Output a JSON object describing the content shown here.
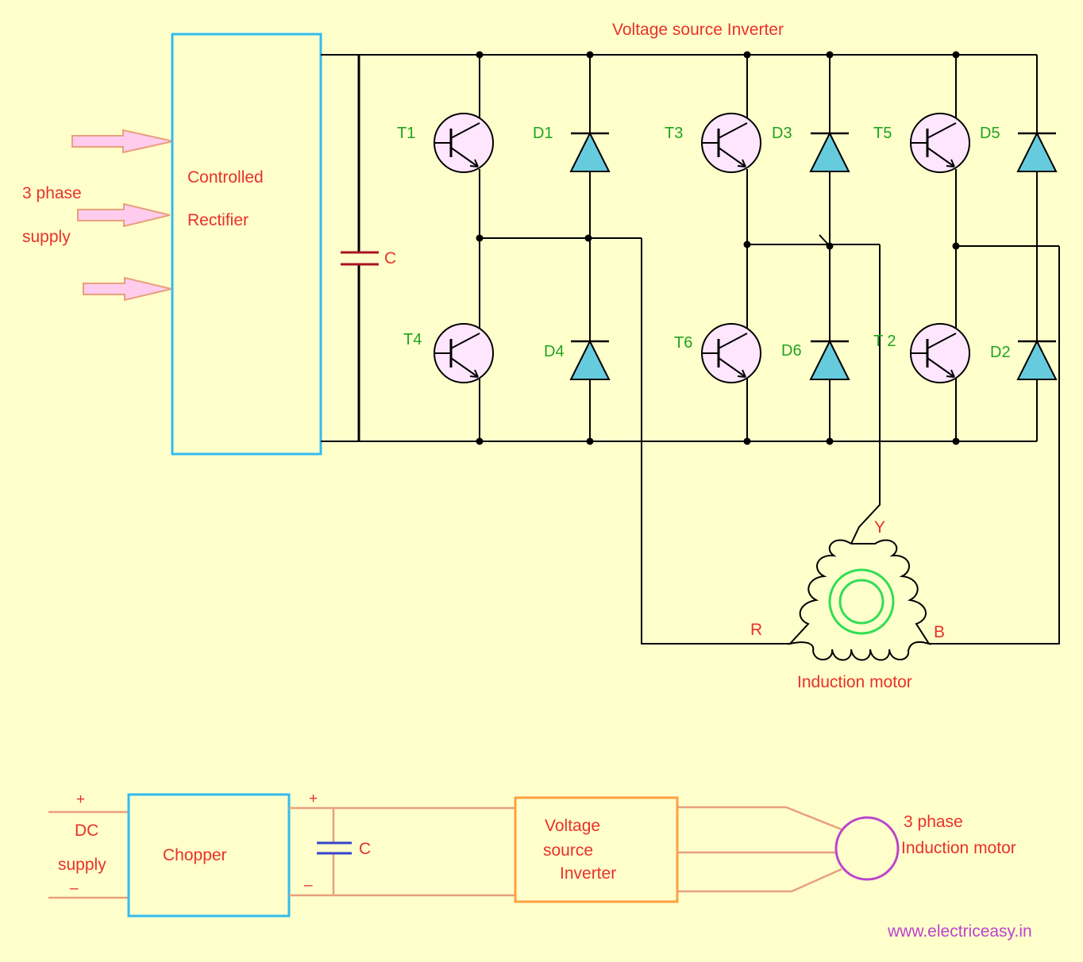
{
  "labels": {
    "inverter_title": "Voltage source Inverter",
    "rectifier_line1": "Controlled",
    "rectifier_line2": "Rectifier",
    "supply_line1": "3 phase",
    "supply_line2": "supply",
    "capacitor": "C",
    "motor": "Induction motor",
    "phase_r": "R",
    "phase_y": "Y",
    "phase_b": "B"
  },
  "transistors": [
    {
      "label": "T1"
    },
    {
      "label": "T3"
    },
    {
      "label": "T5"
    },
    {
      "label": "T4"
    },
    {
      "label": "T6"
    },
    {
      "label": "T 2"
    }
  ],
  "diodes": [
    {
      "label": "D1"
    },
    {
      "label": "D3"
    },
    {
      "label": "D5"
    },
    {
      "label": "D4"
    },
    {
      "label": "D6"
    },
    {
      "label": "D2"
    }
  ],
  "block_diagram": {
    "dc_plus": "+",
    "dc_line1": "DC",
    "dc_line2": "supply",
    "dc_minus": "–",
    "chopper": "Chopper",
    "cap_plus": "+",
    "cap_minus": "–",
    "capacitor": "C",
    "vsi_line1": "Voltage",
    "vsi_line2": "source",
    "vsi_line3": "Inverter",
    "motor_line1": "3 phase",
    "motor_line2": "Induction motor"
  },
  "watermark": "www.electriceasy.in",
  "colors": {
    "background": "#FFFFCC",
    "label_red": "#E8312A",
    "label_green": "#1FA31F",
    "rectifier_border": "#33BBEE",
    "diode_fill": "#66CCDD",
    "transistor_fill": "#FFE6FF",
    "arrow_fill": "#FFCCEE",
    "capacitor": "#AA1122",
    "capacitor_small": "#3344CC",
    "motor_ring": "#33DD55",
    "block_border": "#FFA040",
    "motor_circle": "#BB44CC",
    "watermark": "#BB44CC"
  }
}
